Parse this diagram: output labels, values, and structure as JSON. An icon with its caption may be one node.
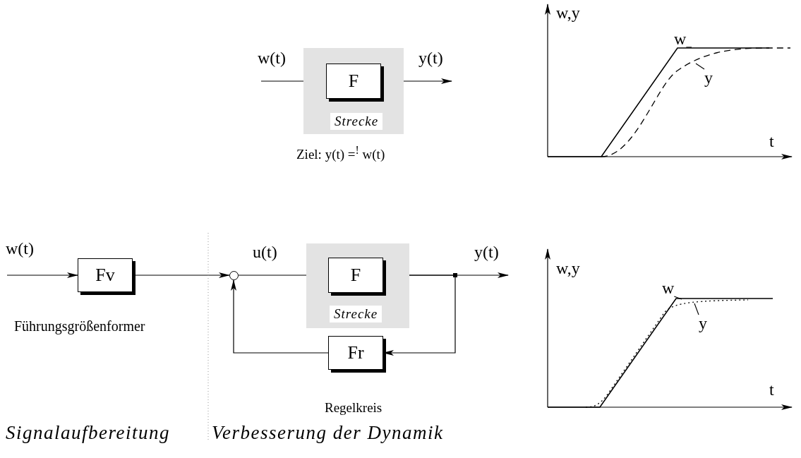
{
  "diagram": {
    "nodes": [
      {
        "text": [
          "Strecke"
        ]
      },
      {
        "text": [
          "F"
        ],
        "in": 0
      },
      {
        "text": [
          "w"
        ]
      },
      {
        "text": [
          "y"
        ]
      },
      {
        "text": [
          "Fv"
        ],
        "beside": [
          "Führungsgrößenformer"
        ]
      },
      {
        "text": [],
        "shape": "circle"
      },
      {
        "text": [
          "Strecke"
        ]
      },
      {
        "text": [
          "F"
        ],
        "in": 6
      },
      {
        "text": [
          "Fr"
        ]
      },
      {
        "text": [
          "w"
        ]
      },
      {
        "text": [
          "y"
        ]
      }
    ],
    "edges": [
      {
        "from": null,
        "to": 1,
        "arrow": "to",
        "label": "w(t)"
      },
      {
        "from": 1,
        "to": null,
        "arrow": "to",
        "label": "y(t)"
      },
      {
        "from": 2,
        "to": null,
        "arrow": "none"
      },
      {
        "from": 3,
        "to": null,
        "arrow": "none"
      },
      {
        "from": null,
        "to": 4,
        "arrow": "to",
        "label": "w(t)"
      },
      {
        "from": 4,
        "to": 5,
        "arrow": "to"
      },
      {
        "from": 5,
        "to": 7,
        "arrow": "to",
        "label": "u(t)"
      },
      {
        "from": 7,
        "to": null,
        "arrow": "to",
        "label": "y(t)"
      },
      {
        "from": 7,
        "to": 8,
        "arrow": "to"
      },
      {
        "from": 8,
        "to": 5,
        "arrow": "to"
      },
      {
        "from": 9,
        "to": null,
        "arrow": "none"
      },
      {
        "from": 10,
        "to": null,
        "arrow": "none"
      }
    ],
    "labels": [
      "w,y",
      "t",
      "Ziel: y(t) =$^{!}$ w(t)",
      "w,y",
      "t",
      "Regelkreis",
      "Signalaufbereitung",
      "Verbesserung der Dynamik"
    ]
  }
}
